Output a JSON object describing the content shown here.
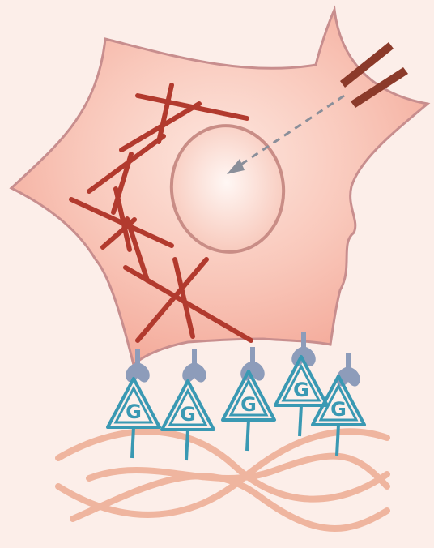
{
  "diagram": {
    "elements": {
      "cell": "cell-body",
      "nucleus": "nucleus",
      "fibers": "stress-fibers",
      "signal_arrow": "dashed-arrow",
      "external_rods": "external-rods",
      "receptors": "surface-receptors",
      "proteins": "g-proteins",
      "matrix": "extracellular-matrix"
    },
    "g_protein_label": "G",
    "g_proteins": [
      {
        "label": "G"
      },
      {
        "label": "G"
      },
      {
        "label": "G"
      },
      {
        "label": "G"
      },
      {
        "label": "G"
      }
    ]
  },
  "colors": {
    "background": "#fceee9",
    "cell_fill": "#f7b9aa",
    "cell_outline": "#c88e8e",
    "nucleus_outline": "#c98d86",
    "fiber": "#b23a2e",
    "arrow": "#8a8f9a",
    "receptor": "#8d9cba",
    "g_protein": "#3a99b3",
    "matrix": "#efb59f",
    "rod": "#8b3a2a"
  }
}
